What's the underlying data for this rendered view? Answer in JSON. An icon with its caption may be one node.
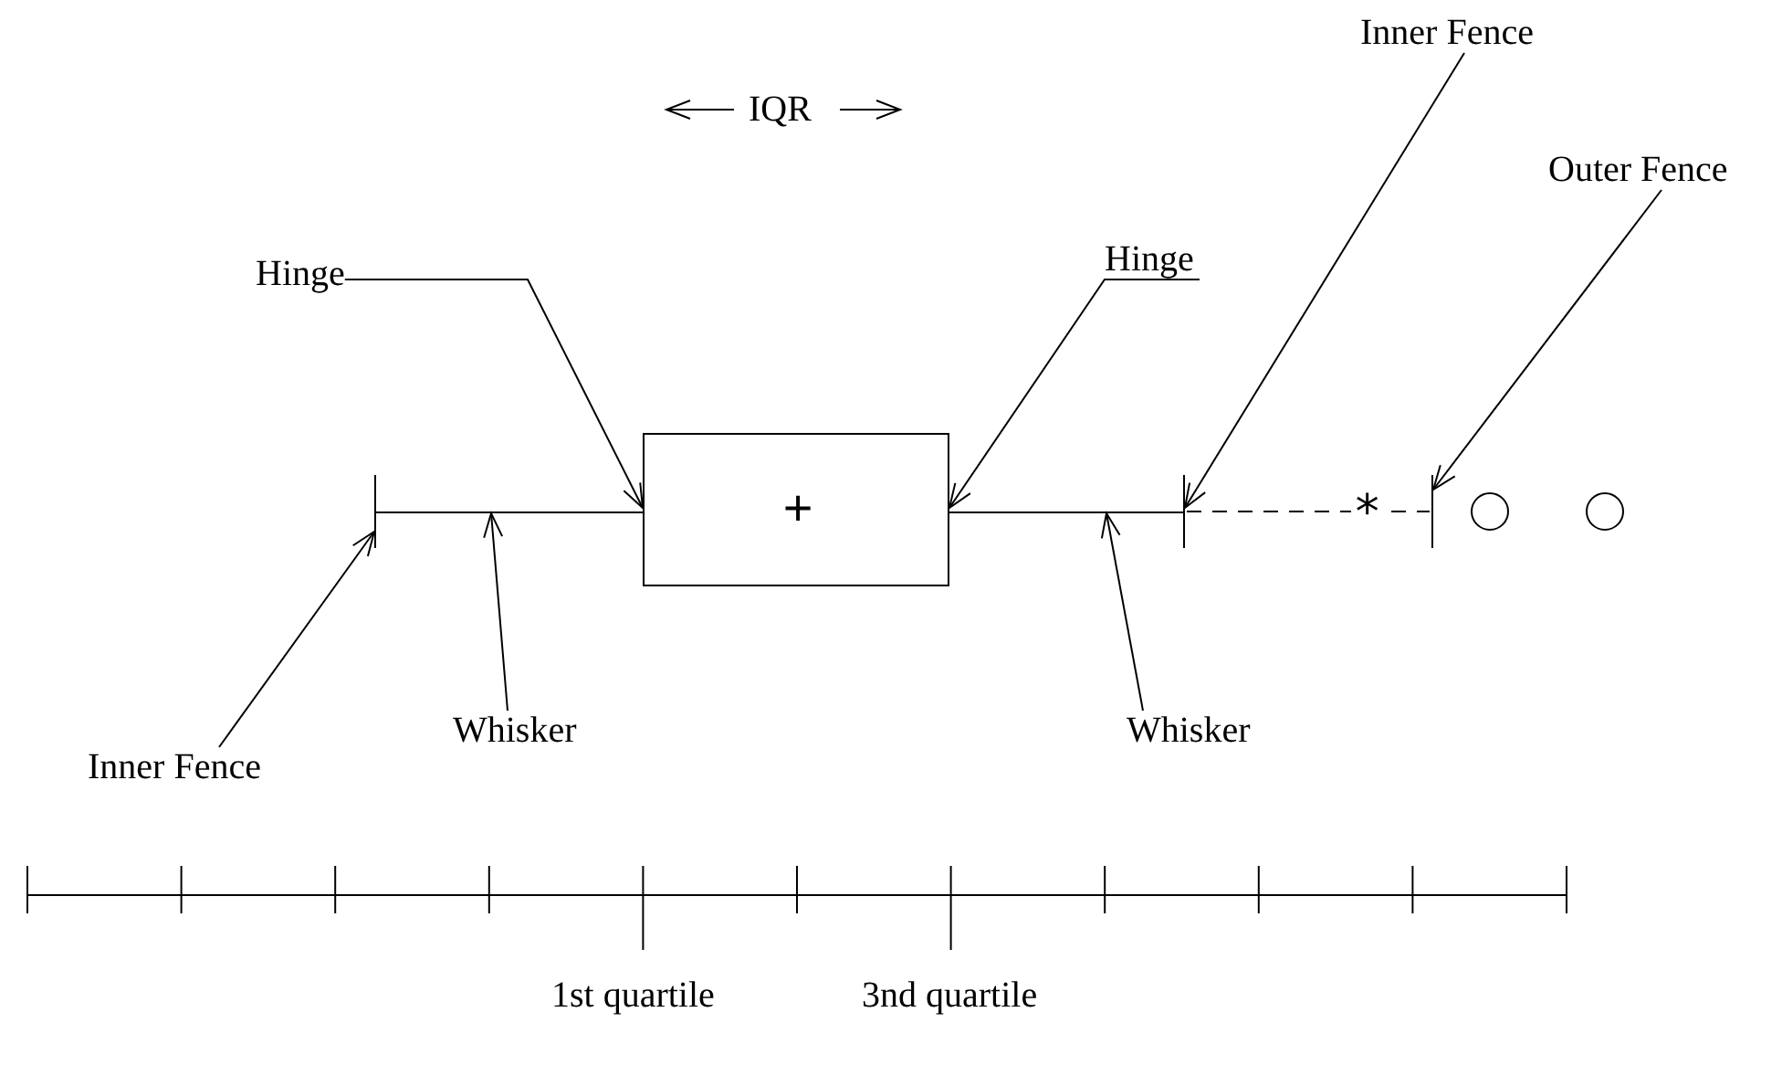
{
  "diagram": {
    "nodes": [
      {
        "text": [
          "Hinge"
        ]
      },
      {
        "text": [
          "Hinge"
        ]
      },
      {
        "text": [
          "Inner Fence"
        ]
      },
      {
        "text": [
          "Outer Fence"
        ]
      },
      {
        "text": [
          "+"
        ]
      },
      {
        "text": [],
        "shape": "bar"
      },
      {
        "text": [],
        "shape": "line"
      },
      {
        "text": [],
        "shape": "line"
      },
      {
        "text": [],
        "shape": "bar"
      },
      {
        "text": [],
        "shape": "bar"
      },
      {
        "text": [
          "Inner Fence"
        ]
      },
      {
        "text": [
          "Whisker"
        ]
      },
      {
        "text": [
          "Whisker"
        ]
      }
    ],
    "edges": [
      {
        "from": 0,
        "to": 4,
        "arrow": "to"
      },
      {
        "from": 1,
        "to": 4,
        "arrow": "to"
      },
      {
        "from": 2,
        "to": 8,
        "arrow": "to"
      },
      {
        "from": 3,
        "to": 9,
        "arrow": "to"
      },
      {
        "from": 10,
        "to": 5,
        "arrow": "to"
      },
      {
        "from": 11,
        "to": 6,
        "arrow": "to"
      },
      {
        "from": 12,
        "to": 7,
        "arrow": "to"
      }
    ],
    "labels": [
      "IQR",
      "*",
      "1st quartile",
      "3nd quartile"
    ]
  }
}
